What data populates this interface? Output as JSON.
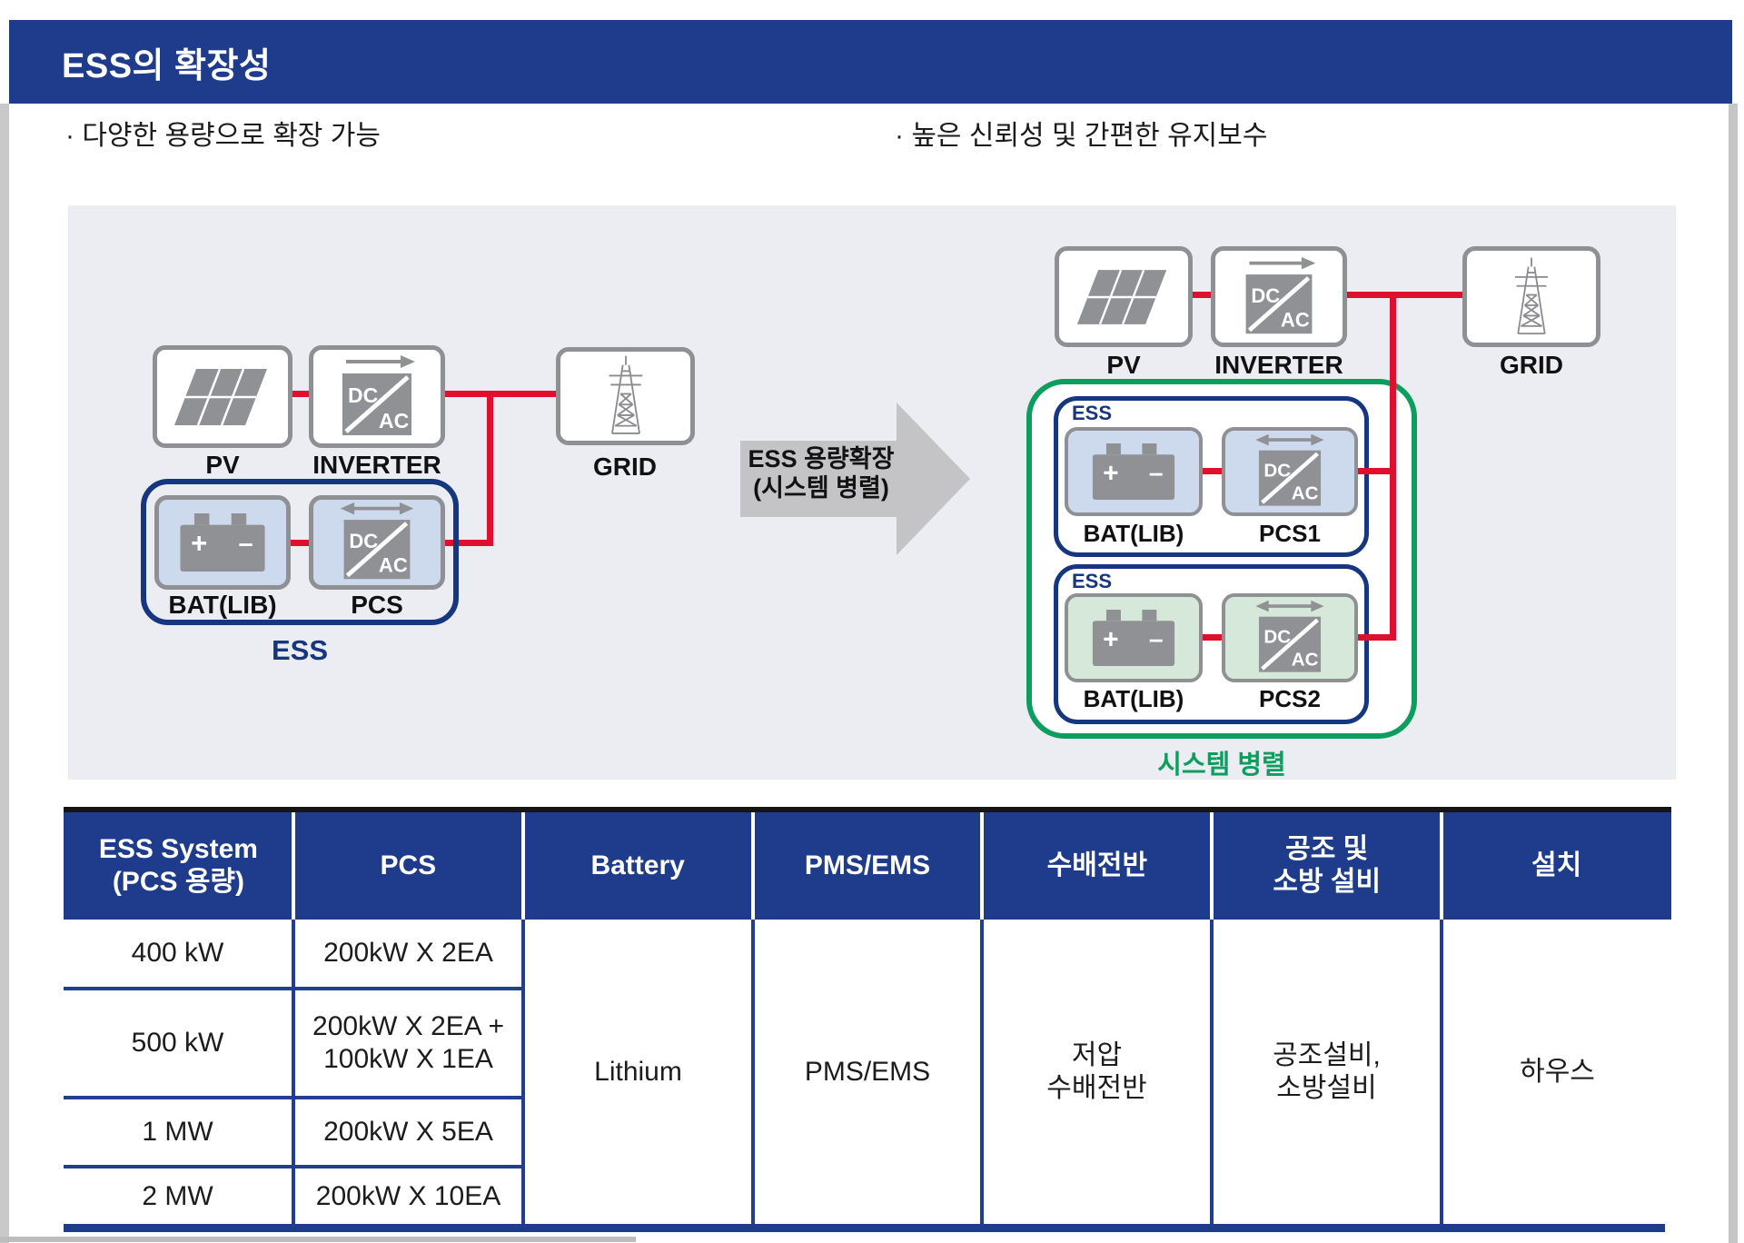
{
  "header": {
    "title": "ESS의 확장성"
  },
  "bullets": {
    "left": "· 다양한 용량으로 확장 가능",
    "right": "· 높은 신뢰성 및 간편한 유지보수"
  },
  "diagram": {
    "dc": "DC",
    "ac": "AC",
    "battery_plus": "+",
    "battery_minus": "–",
    "left": {
      "pv": "PV",
      "inverter": "INVERTER",
      "grid": "GRID",
      "bat": "BAT(LIB)",
      "pcs": "PCS",
      "ess_caption": "ESS"
    },
    "arrow": {
      "text": "ESS 용량확장\n(시스템 병렬)"
    },
    "right": {
      "pv": "PV",
      "inverter": "INVERTER",
      "grid": "GRID",
      "ess_tag1": "ESS",
      "bat1": "BAT(LIB)",
      "pcs1": "PCS1",
      "ess_tag2": "ESS",
      "bat2": "BAT(LIB)",
      "pcs2": "PCS2",
      "caption": "시스템 병렬"
    }
  },
  "table": {
    "headers": [
      "ESS System\n(PCS 용량)",
      "PCS",
      "Battery",
      "PMS/EMS",
      "수배전반",
      "공조 및\n소방 설비",
      "설치"
    ],
    "rows": [
      {
        "capacity": "400 kW",
        "pcs": "200kW X 2EA"
      },
      {
        "capacity": "500 kW",
        "pcs": "200kW X 2EA +\n100kW X 1EA"
      },
      {
        "capacity": "1 MW",
        "pcs": "200kW X 5EA"
      },
      {
        "capacity": "2 MW",
        "pcs": "200kW X 10EA"
      }
    ],
    "merged": {
      "battery": "Lithium",
      "pms": "PMS/EMS",
      "switchgear": "저압\n수배전반",
      "hvac": "공조설비,\n소방설비",
      "install": "하우스"
    }
  },
  "colors": {
    "navy": "#1e3b8c",
    "ess_border_navy": "#16367f",
    "parallel_green": "#0c9e5e",
    "line_red": "#e00f2e",
    "box_border_gray": "#8f9093",
    "icon_gray": "#8f9194",
    "bat_blue_fill": "#cdd9ec",
    "bat_green_fill": "#d6e8d9",
    "panel_bg": "#ecedf3",
    "arrow_gray": "#c4c4c6"
  }
}
